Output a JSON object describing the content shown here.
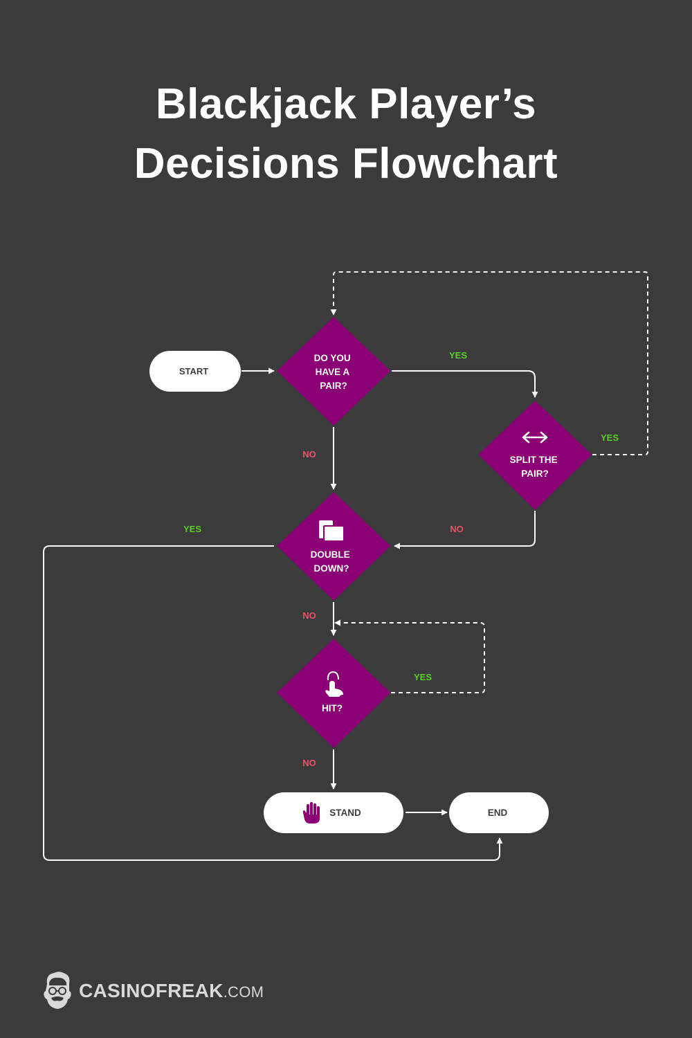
{
  "title": {
    "line1": "Blackjack Player’s",
    "line2": "Decisions Flowchart"
  },
  "nodes": {
    "start": "START",
    "pair": [
      "DO YOU",
      "HAVE A",
      "PAIR?"
    ],
    "split": [
      "SPLIT THE",
      "PAIR?"
    ],
    "double": [
      "DOUBLE",
      "DOWN?"
    ],
    "hit": [
      "HIT?"
    ],
    "stand": "STAND",
    "end": "END"
  },
  "edge_labels": {
    "pair_yes": "YES",
    "pair_no": "NO",
    "split_yes": "YES",
    "split_no": "NO",
    "double_yes": "YES",
    "double_no": "NO",
    "hit_yes": "YES",
    "hit_no": "NO"
  },
  "icons": {
    "split": "double-arrow-icon",
    "double": "stacked-cards-icon",
    "hit": "pointing-hand-icon",
    "stand": "stop-hand-icon",
    "brand": "mascot-logo-icon"
  },
  "brand": {
    "name": "CASINOFREAK",
    "domain": ".COM"
  },
  "colors": {
    "background": "#3b3b3b",
    "decision": "#8b0074",
    "terminal": "#ffffff",
    "yes": "#5ccd2a",
    "no": "#e8546a",
    "line": "#ffffff"
  }
}
